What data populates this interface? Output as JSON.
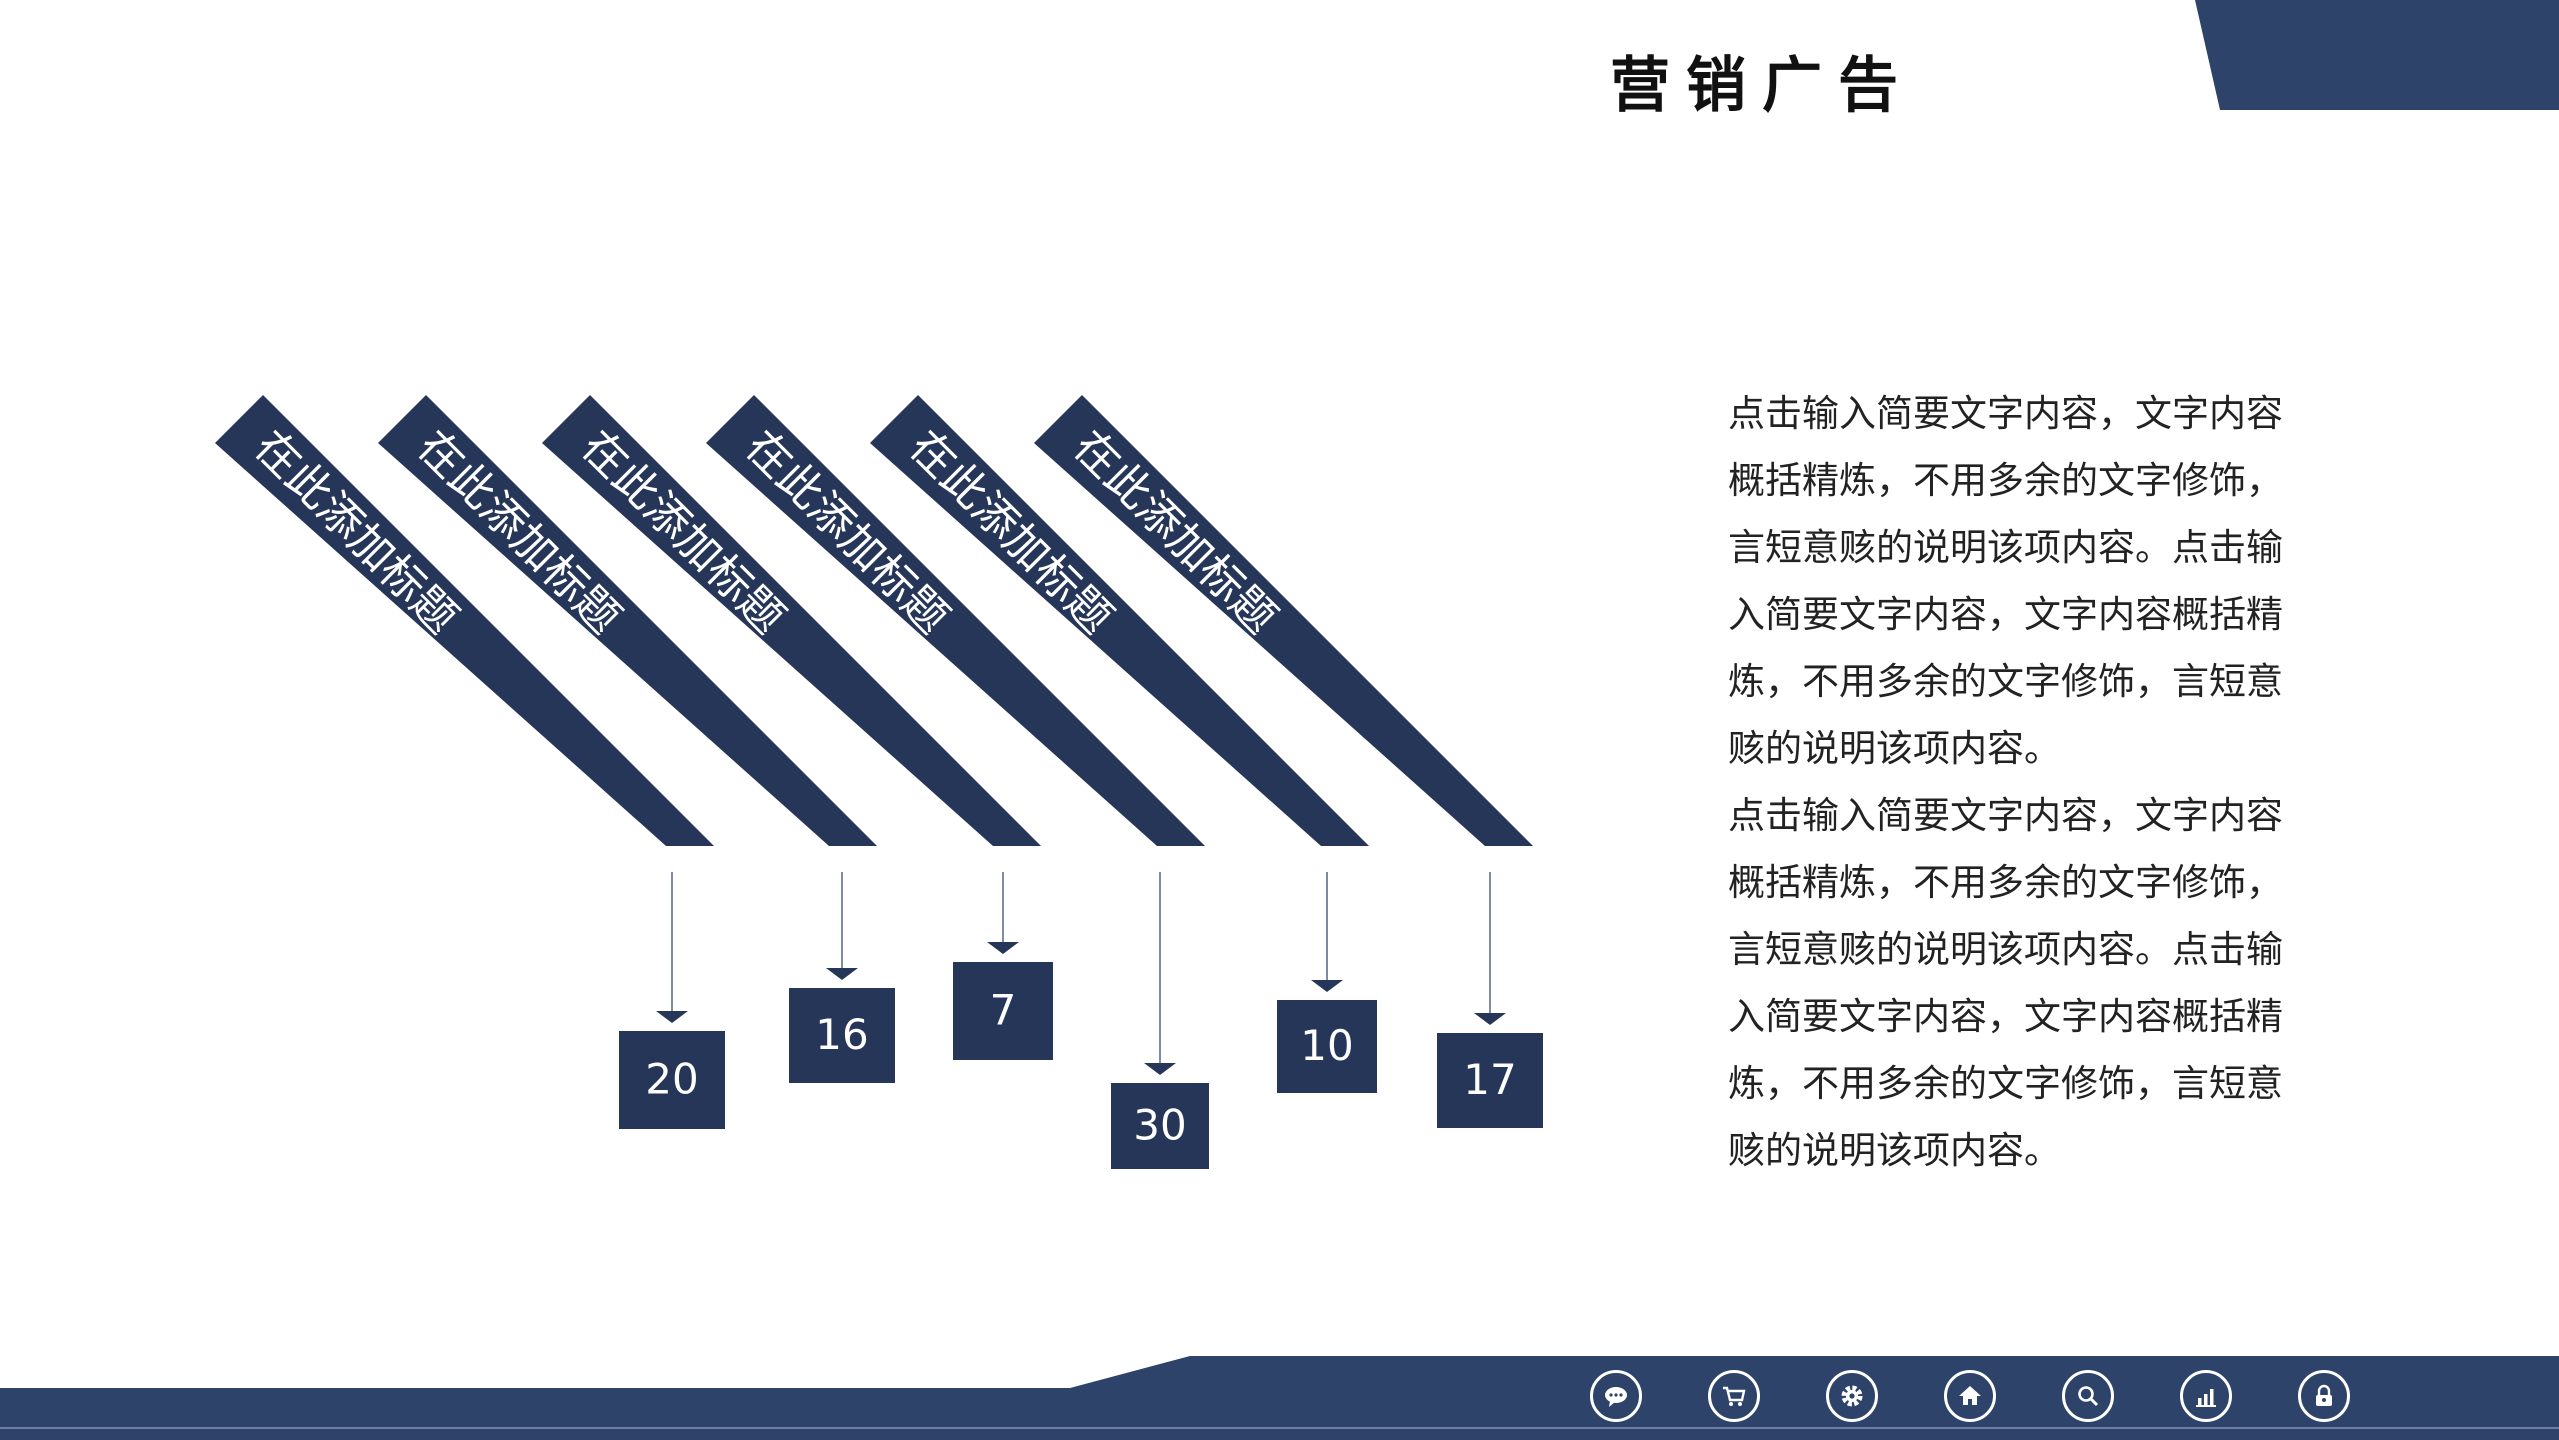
{
  "header": {
    "title": "营销广告"
  },
  "diagram": {
    "stripes": [
      {
        "label": "在此添加标题",
        "value": "20"
      },
      {
        "label": "在此添加标题",
        "value": "16"
      },
      {
        "label": "在此添加标题",
        "value": "7"
      },
      {
        "label": "在此添加标题",
        "value": "30"
      },
      {
        "label": "在此添加标题",
        "value": "10"
      },
      {
        "label": "在此添加标题",
        "value": "17"
      }
    ]
  },
  "description": {
    "paragraphs": [
      "点击输入简要文字内容，文字内容概括精炼，不用多余的文字修饰，言短意赅的说明该项内容。点击输入简要文字内容，文字内容概括精炼，不用多余的文字修饰，言短意赅的说明该项内容。",
      "点击输入简要文字内容，文字内容概括精炼，不用多余的文字修饰，言短意赅的说明该项内容。点击输入简要文字内容，文字内容概括精炼，不用多余的文字修饰，言短意赅的说明该项内容。"
    ]
  },
  "footer": {
    "icons": [
      "chat-icon",
      "cart-icon",
      "gear-icon",
      "home-icon",
      "search-icon",
      "chart-icon",
      "lock-icon"
    ]
  },
  "colors": {
    "navy": "#263659",
    "navy_band": "#2e4369",
    "white": "#ffffff"
  }
}
